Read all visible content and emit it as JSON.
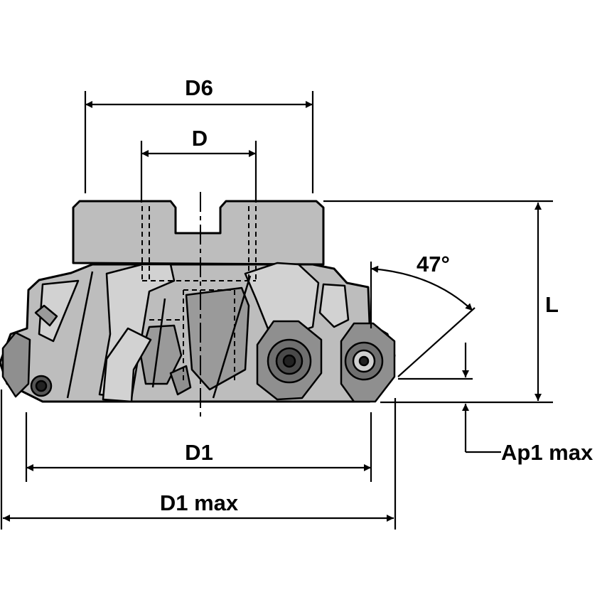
{
  "labels": {
    "d6": "D6",
    "d": "D",
    "l": "L",
    "angle": "47°",
    "d1": "D1",
    "d1max": "D1 max",
    "ap1max": "Ap1 max"
  },
  "colors": {
    "body": "#bdbdbd",
    "body_light": "#d2d2d2",
    "body_dark": "#9a9a9a",
    "insert": "#8f8f8f",
    "line": "#000000",
    "background": "#ffffff"
  }
}
